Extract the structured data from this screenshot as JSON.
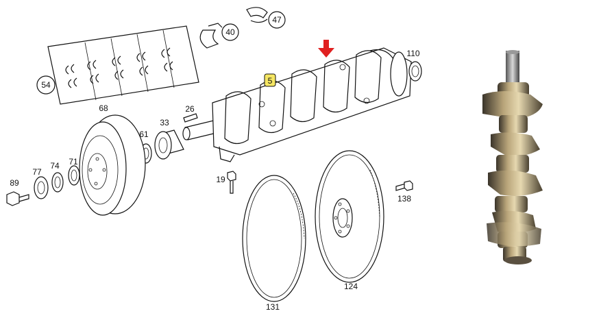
{
  "diagram": {
    "callouts": {
      "c54": "54",
      "c40": "40",
      "c47": "47",
      "c110": "110",
      "c5": "5",
      "c68": "68",
      "c26": "26",
      "c61": "61",
      "c33": "33",
      "c89": "89",
      "c77": "77",
      "c74": "74",
      "c71": "71",
      "c19": "19",
      "c138": "138",
      "c131": "131",
      "c124": "124"
    },
    "highlight_color": "#f5e663",
    "arrow_color": "#e02020"
  },
  "photo": {
    "subject_icon": "crankshaft-photo",
    "metal_color": "#b9a57a",
    "shadow_color": "#3a342a"
  }
}
